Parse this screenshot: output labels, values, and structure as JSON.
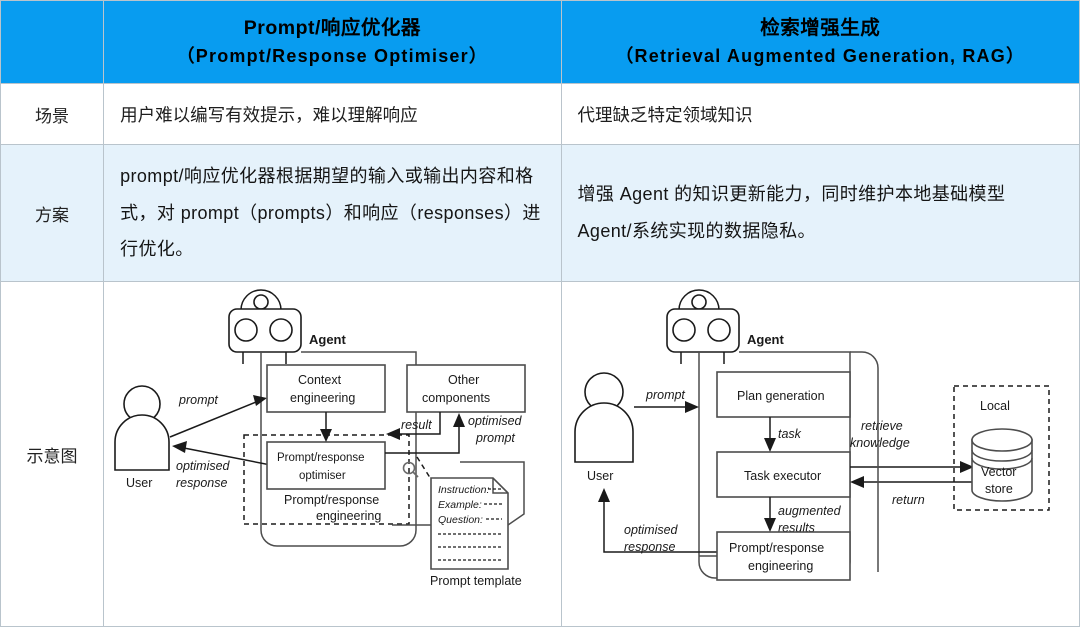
{
  "table": {
    "columns": [
      {
        "id": "label",
        "header": ""
      },
      {
        "id": "optimiser",
        "header_cn": "Prompt/响应优化器",
        "header_en": "（Prompt/Response Optimiser）"
      },
      {
        "id": "rag",
        "header_cn": "检索增强生成",
        "header_en": "（Retrieval Augmented Generation, RAG）"
      }
    ],
    "rows": [
      {
        "label": "场景",
        "optimiser": "用户难以编写有效提示，难以理解响应",
        "rag": "代理缺乏特定领域知识"
      },
      {
        "label": "方案",
        "optimiser": "prompt/响应优化器根据期望的输入或输出内容和格式，对 prompt（prompts）和响应（responses）进行优化。",
        "rag": "增强 Agent 的知识更新能力，同时维护本地基础模型 Agent/系统实现的数据隐私。"
      },
      {
        "label": "示意图",
        "optimiser": "diagram-optimiser",
        "rag": "diagram-rag"
      }
    ]
  },
  "diagram_left": {
    "agent_label": "Agent",
    "user_label": "User",
    "boxes": [
      {
        "id": "context-engineering",
        "lines": [
          "Context",
          "engineering"
        ]
      },
      {
        "id": "other-components",
        "lines": [
          "Other",
          "components"
        ]
      },
      {
        "id": "prompt-response-optimiser",
        "lines": [
          "Prompt/response",
          "optimiser"
        ]
      }
    ],
    "group_label": {
      "lines": [
        "Prompt/response",
        "engineering"
      ]
    },
    "edges": [
      {
        "id": "prompt",
        "label": "prompt"
      },
      {
        "id": "optimised-response",
        "lines": [
          "optimised",
          "response"
        ]
      },
      {
        "id": "result",
        "label": "result"
      },
      {
        "id": "optimised-prompt",
        "lines": [
          "optimised",
          "prompt"
        ]
      }
    ],
    "template": {
      "caption": "Prompt template",
      "fields": [
        "Instruction:",
        "Example:",
        "Question:"
      ]
    }
  },
  "diagram_right": {
    "agent_label": "Agent",
    "user_label": "User",
    "boxes": [
      {
        "id": "plan-generation",
        "lines": [
          "Plan generation"
        ]
      },
      {
        "id": "task-executor",
        "lines": [
          "Task executor"
        ]
      },
      {
        "id": "prompt-response-engineering",
        "lines": [
          "Prompt/response",
          "engineering"
        ]
      }
    ],
    "store": {
      "group_label": "Local",
      "lines": [
        "Vector",
        "store"
      ]
    },
    "edges": [
      {
        "id": "prompt",
        "label": "prompt"
      },
      {
        "id": "task",
        "label": "task"
      },
      {
        "id": "augmented-results",
        "lines": [
          "augmented",
          "results"
        ]
      },
      {
        "id": "retrieve-knowledge",
        "lines": [
          "retrieve",
          "knowledge"
        ]
      },
      {
        "id": "return",
        "label": "return"
      },
      {
        "id": "optimised-response",
        "lines": [
          "optimised",
          "response"
        ]
      }
    ]
  },
  "colors": {
    "header_blue": "#089cf0",
    "row_tint": "#e5f2fb",
    "grid_line": "#b9c4cc",
    "ink": "#1a1a1a"
  }
}
